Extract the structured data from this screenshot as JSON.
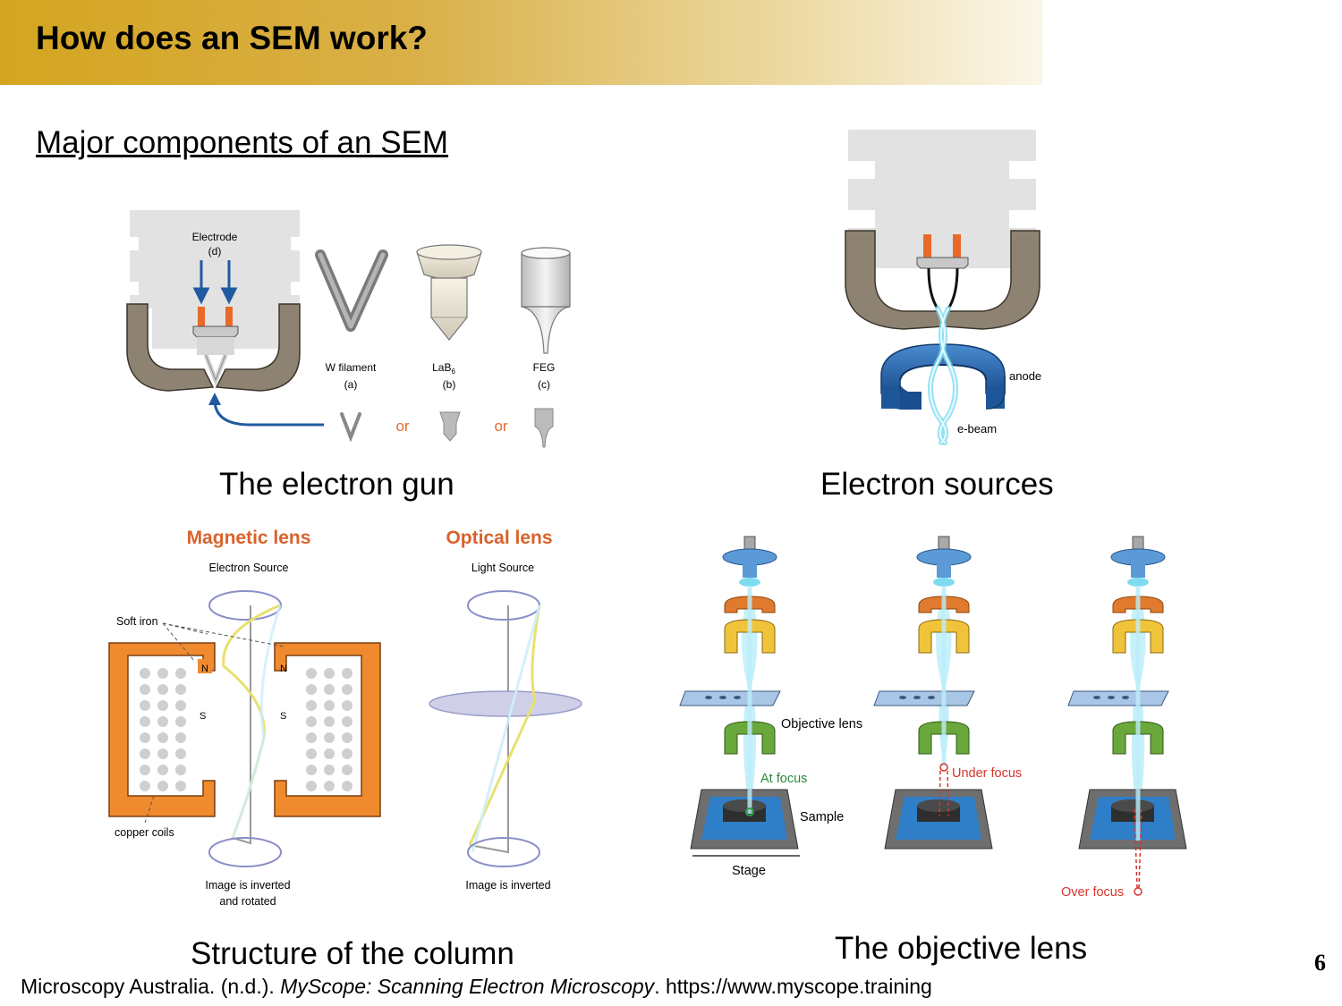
{
  "slide": {
    "title": "How does an SEM work?",
    "subtitle": "Major components of an SEM",
    "page_number": "6"
  },
  "captions": {
    "gun": "The electron gun",
    "sources": "Electron sources",
    "column": "Structure of the column",
    "objective": "The objective lens"
  },
  "gun_diagram": {
    "electrode": "Electrode",
    "electrode_letter": "(d)",
    "w_filament": "W filament",
    "w_letter": "(a)",
    "lab6_prefix": "LaB",
    "lab6_sub": "6",
    "lab6_letter": "(b)",
    "feg": "FEG",
    "feg_letter": "(c)",
    "or": "or"
  },
  "sources_diagram": {
    "anode": "anode",
    "ebeam": "e-beam"
  },
  "column_diagram": {
    "magnetic_title": "Magnetic lens",
    "optical_title": "Optical lens",
    "electron_source": "Electron Source",
    "light_source": "Light Source",
    "soft_iron": "Soft iron",
    "copper_coils": "copper coils",
    "pole_n": "N",
    "pole_s": "S",
    "mag_result_1": "Image is inverted",
    "mag_result_2": "and rotated",
    "opt_result": "Image is inverted"
  },
  "objective_diagram": {
    "objective_lens": "Objective lens",
    "at_focus": "At focus",
    "sample": "Sample",
    "stage": "Stage",
    "under_focus": "Under focus",
    "over_focus": "Over focus"
  },
  "citation": {
    "authors": "Microscopy Australia. (n.d.). ",
    "work": "MyScope: Scanning Electron Microscopy",
    "url": ". https://www.myscope.training"
  },
  "colors": {
    "header_gold": "#d4a520",
    "orange": "#e86a2a",
    "magnet_orange": "#f08a2e",
    "blue_arrow": "#1f5aa0",
    "beam_cyan": "#7fdcf0",
    "lens_green": "#6aa83c",
    "lens_yellow": "#e8b820",
    "red_focus": "#d8332c"
  }
}
